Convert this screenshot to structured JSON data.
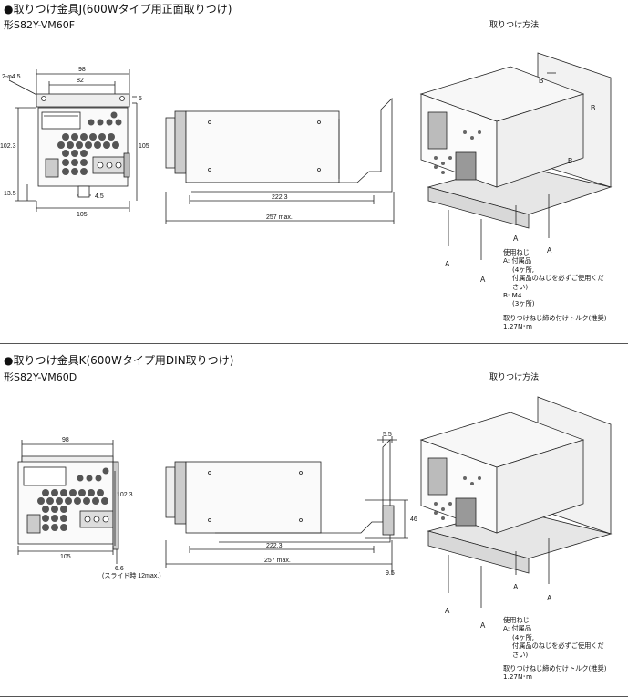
{
  "section_j": {
    "title": "●取りつけ金具J(600Wタイプ用正面取りつけ)",
    "model": "形S82Y-VM60F",
    "method_title": "取りつけ方法",
    "front_dims": {
      "hole": "2-φ4.5",
      "width_outer": "98",
      "width_inner": "82",
      "top_offset": "5",
      "height_left": "102.3",
      "height_right": "105",
      "bottom_offset": "13.5",
      "center_offset": "4.5",
      "width_bottom": "105"
    },
    "side_dims": {
      "depth": "222.3",
      "total": "257 max."
    },
    "screw_labels": {
      "a": "A",
      "b": "B"
    },
    "notes": {
      "heading": "使用ねじ",
      "a_line1": "A:  付属品",
      "a_line2": "(4ヶ所,",
      "a_line3": "付属品のねじを必ずご使用くだ",
      "a_line4": "さい)",
      "b_line1": "B:  M4",
      "b_line2": "(3ヶ所)",
      "torque_title": "取りつけねじ締め付けトルク(推奨)",
      "torque_value": "1.27N･m"
    }
  },
  "section_k": {
    "title": "●取りつけ金具K(600Wタイプ用DIN取りつけ)",
    "model": "形S82Y-VM60D",
    "method_title": "取りつけ方法",
    "front_dims": {
      "width_outer": "98",
      "height": "102.3",
      "width_bottom": "105",
      "slide": "6.6",
      "slide_note": "(スライド時 12max.)"
    },
    "side_dims": {
      "flange": "5.5",
      "rail": "46",
      "depth": "222.3",
      "total": "257 max.",
      "offset": "9.5"
    },
    "screw_labels": {
      "a": "A"
    },
    "notes": {
      "heading": "使用ねじ",
      "a_line1": "A:  付属品",
      "a_line2": "(4ヶ所,",
      "a_line3": "付属品のねじを必ずご使用くだ",
      "a_line4": "さい)",
      "torque_title": "取りつけねじ締め付けトルク(推奨)",
      "torque_value": "1.27N･m"
    }
  },
  "colors": {
    "line": "#222222",
    "fill_gray": "#9a9a9a",
    "fill_light": "#e6e6e6"
  }
}
